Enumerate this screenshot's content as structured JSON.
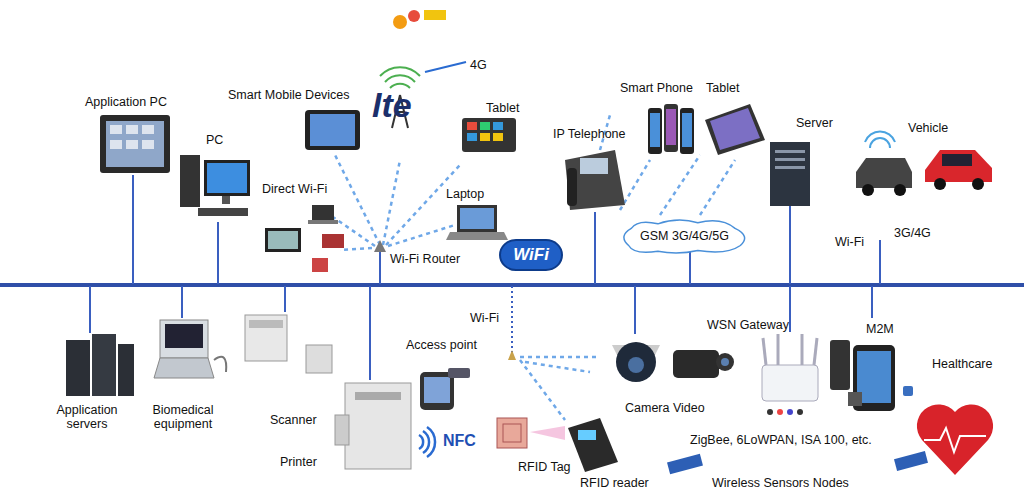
{
  "diagram": {
    "nodes": [
      {
        "text": [
          "GSM 3G/4G/5G"
        ]
      },
      {
        "text": [
          "WiFi"
        ]
      }
    ],
    "labels": [
      "Application PC",
      "PC",
      "Smart Mobile Devices",
      "Direct Wi-Fi",
      "lte",
      "4G",
      "Tablet",
      "Laptop",
      "Wi-Fi Router",
      "IP Telephone",
      "Smart Phone",
      "Tablet",
      "Server",
      "Vehicle",
      "Wi-Fi",
      "3G/4G",
      "Application servers",
      "Biomedical equipment",
      "Scanner",
      "Printer",
      "Wi-Fi",
      "Access point",
      "NFC",
      "RFID Tag",
      "RFID reader",
      "Camera Video",
      "WSN Gateway",
      "M2M",
      "Healthcare",
      "ZigBee, 6LoWPAN, ISA 100, etc.",
      "Wireless Sensors Nodes"
    ]
  }
}
